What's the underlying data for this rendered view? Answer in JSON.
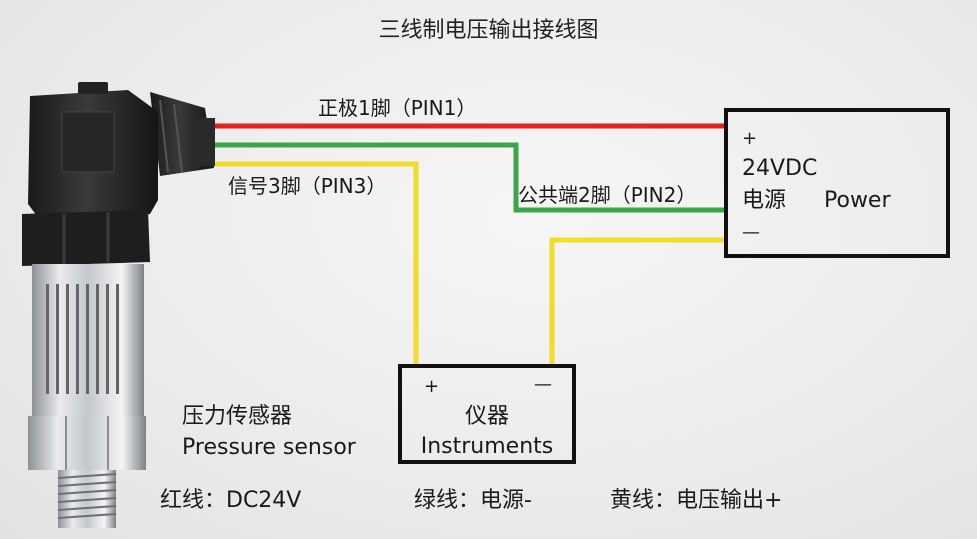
{
  "title": "三线制电压输出接线图",
  "wires": {
    "red_label": "正极1脚（PIN1）",
    "green_label": "公共端2脚（PIN2）",
    "yellow_label": "信号3脚（PIN3）"
  },
  "power_box": {
    "plus": "+",
    "voltage": "24VDC",
    "name_cn": "电源",
    "name_en": "Power",
    "minus": "—"
  },
  "instrument_box": {
    "plus": "+",
    "minus": "—",
    "name_cn": "仪器",
    "name_en": "Instruments"
  },
  "sensor": {
    "name_cn": "压力传感器",
    "name_en": "Pressure sensor"
  },
  "legend": {
    "red": "红线：DC24V",
    "green": "绿线：电源-",
    "yellow": "黄线：电压输出+"
  },
  "colors": {
    "red_wire": "#e3231f",
    "green_wire": "#3aa64a",
    "yellow_wire": "#f2dc2b",
    "box_border": "#111111"
  }
}
